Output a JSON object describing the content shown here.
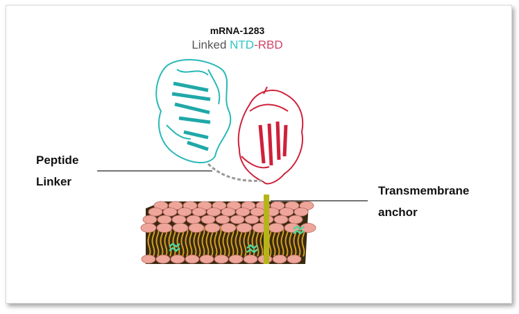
{
  "title": "mRNA-1283",
  "subtitle": {
    "prefix": "Linked ",
    "ntd": "NTD",
    "dash": "-",
    "rbd": "RBD"
  },
  "labels": {
    "peptide_linker": [
      "Peptide",
      "Linker"
    ],
    "transmembrane_anchor": [
      "Transmembrane",
      "anchor"
    ]
  },
  "colors": {
    "ntd": "#2ec4c4",
    "rbd": "#d0203a",
    "anchor": "#b5b51a",
    "lipid_head": "#eea59a"
  }
}
